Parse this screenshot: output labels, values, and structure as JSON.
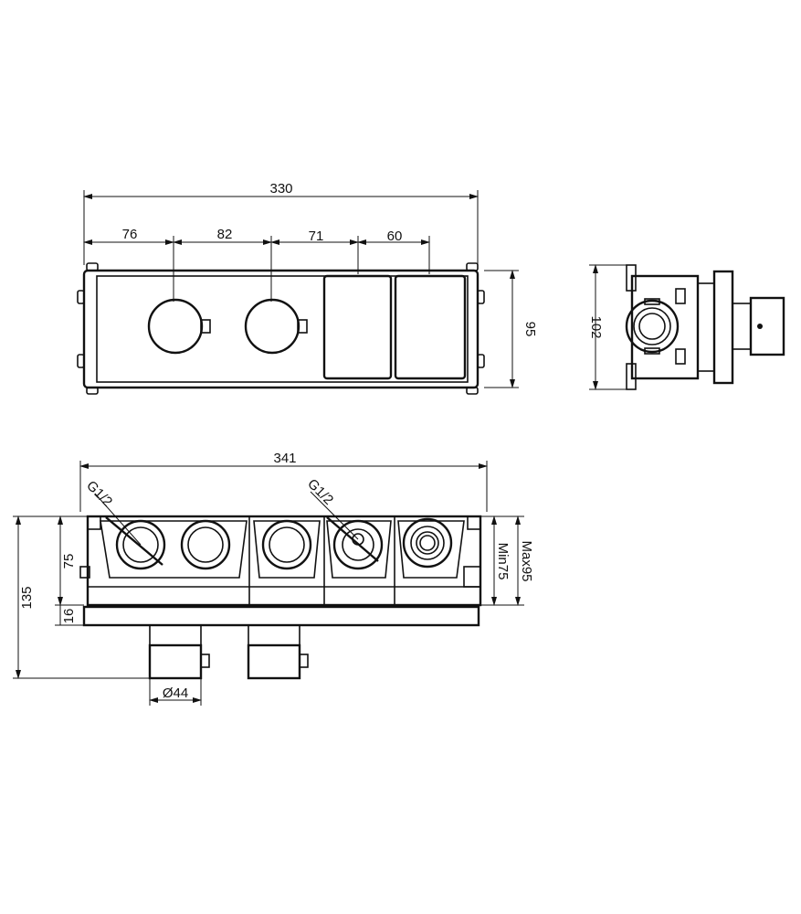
{
  "front_view": {
    "overall_width": "330",
    "segment_1": "76",
    "segment_2": "82",
    "segment_3": "71",
    "segment_4": "60",
    "height": "95"
  },
  "side_view": {
    "height": "102"
  },
  "bottom_view": {
    "overall_width": "341",
    "thread_left": "G1/2",
    "thread_right": "G1/2",
    "depth": "75",
    "min_depth": "Min75",
    "max_depth": "Max95",
    "total_depth": "135",
    "plate_thickness": "16",
    "diameter": "Ø44"
  }
}
